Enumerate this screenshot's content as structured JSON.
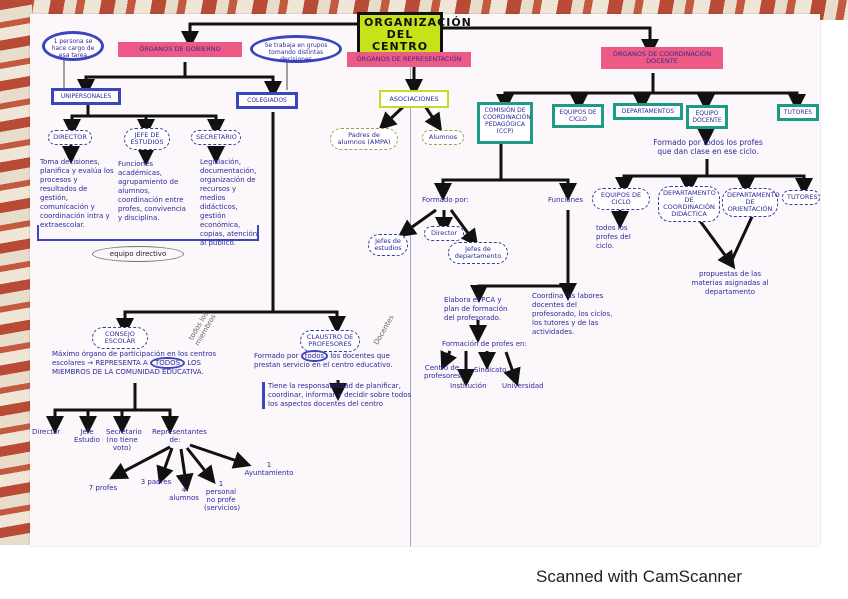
{
  "title": "ORGANIZACIÓN DEL CENTRO",
  "gobierno": {
    "label": "ÓRGANOS DE GOBIERNO",
    "unipersonales": "UNIPERSONALES",
    "unipersonales_note": "1 persona se hace cargo de esa tarea",
    "colegiados": "COLEGIADOS",
    "colegiados_note": "Se trabaja en grupos tomando distintas decisiones",
    "director": "DIRECTOR",
    "director_text": "Toma decisiones, planifica y evalúa los procesos y resultados de gestión, comunicación y coordinación intra y extraescolar.",
    "jefe": "JEFE DE ESTUDIOS",
    "jefe_text": "Funciones académicas, agrupamiento de alumnos, coordinación entre profes, convivencia y disciplina.",
    "secretario": "SECRETARIO",
    "secretario_text": "Legislación, documentación, organización de recursos y medios didácticos, gestión económica, copias, atención al público.",
    "equipo_directivo": "equipo directivo",
    "consejo": "CONSEJO ESCOLAR",
    "consejo_note": "todos los miembros",
    "consejo_text_1": "Máximo órgano de participación en los centros escolares → REPRESENTA A",
    "consejo_todos": "TODOS",
    "consejo_text_2": "LOS MIEMBROS DE LA COMUNIDAD EDUCATIVA.",
    "consejo_members": [
      "Director",
      "Jefe Estudio",
      "Secretario (no tiene voto)",
      "Representantes de:"
    ],
    "representantes": [
      "7 profes",
      "3 padres",
      "4 alumnos",
      "1 personal no profe (servicios)",
      "1 Ayuntamiento"
    ],
    "claustro": "CLAUSTRO DE PROFESORES",
    "claustro_note": "Docentes",
    "claustro_text_1": "Formado por",
    "claustro_todos": "todos",
    "claustro_text_2": "los docentes que prestan servicio en el centro educativo.",
    "claustro_resp": "Tiene la responsabilidad de planificar, coordinar, informar y decidir sobre todos los aspectos docentes del centro"
  },
  "representacion": {
    "label": "ÓRGANOS DE REPRESENTACIÓN",
    "asociaciones": "ASOCIACIONES",
    "padres": "Padres de alumnos (AMPA)",
    "alumnos": "Alumnos"
  },
  "coordinacion": {
    "label": "ÓRGANOS DE COORDINACIÓN DOCENTE",
    "ccp": "COMISIÓN DE COORDINACIÓN PEDAGÓGICA (CCP)",
    "equipos_ciclo": "EQUIPOS DE CICLO",
    "departamentos": "DEPARTAMENTOS",
    "equipo_docente": "EQUIPO DOCENTE",
    "tutores": "TUTORES",
    "formado_por": "Formado por:",
    "funciones": "Funciones",
    "jefes_estudios": "Jefes de estudios",
    "director": "Director",
    "jefes_departamento": "Jefes de departamento",
    "elabora": "Elabora el PCA y plan de formación del profesorado.",
    "coordina": "Coordina las labores docentes del profesorado, los ciclos, los tutores y de las actividades.",
    "formacion": "Formación de profes en:",
    "formacion_items": [
      "Centro de profesores",
      "Institución",
      "Sindicato",
      "Universidad"
    ],
    "equipo_docente_text": "Formado por todos los profes que dan clase en ese ciclo.",
    "sub": [
      "EQUIPOS DE CICLO",
      "DEPARTAMENTO DE COORDINACIÓN DIDÁCTICA",
      "DEPARTAMENTO DE ORIENTACIÓN",
      "TUTORES"
    ],
    "ciclo_text": "todos los profes del ciclo.",
    "propuestas": "propuestas de las materias asignadas al departamento"
  },
  "footer": "Scanned with CamScanner"
}
